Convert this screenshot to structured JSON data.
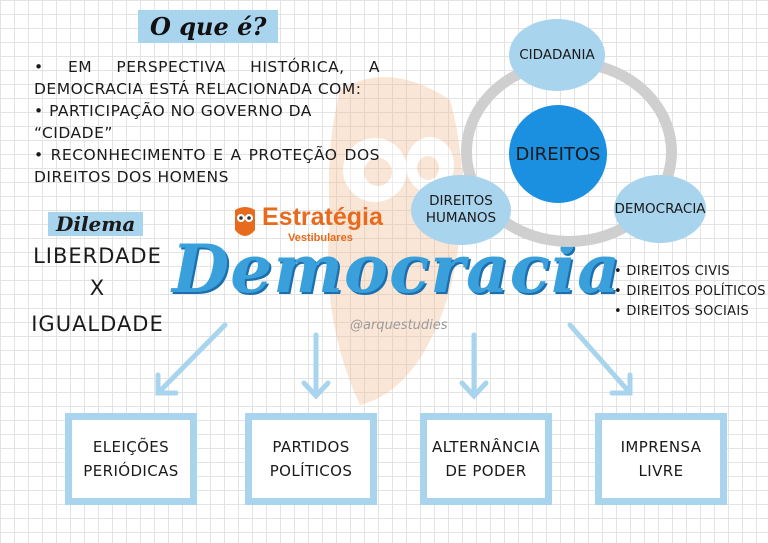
{
  "header": {
    "title": "O que é?"
  },
  "bullets": {
    "line1a": "• Em perspectiva histórica, a",
    "line1b": "democracia está relacionada com:",
    "line2": "• Participação no governo da “cidade”",
    "line3a": "• Reconhecimento e a proteção dos",
    "line3b": "direitos dos homens"
  },
  "dilema": {
    "title": "Dilema",
    "line1": "Liberdade",
    "line2": "X",
    "line3": "Igualdade"
  },
  "logo": {
    "name": "Estratégia",
    "subtitle": "Vestibulares"
  },
  "main_title": "Democracia",
  "handle": "@arquestudies",
  "circles": {
    "top": "Cidadania",
    "center": "Direitos",
    "left_line1": "Direitos",
    "left_line2": "Humanos",
    "right": "Democracia"
  },
  "rights_list": [
    "Direitos Civis",
    "Direitos Políticos",
    "Direitos Sociais"
  ],
  "boxes": [
    {
      "line1": "Eleições",
      "line2": "periódicas"
    },
    {
      "line1": "Partidos",
      "line2": "Políticos"
    },
    {
      "line1": "Alternância",
      "line2": "de poder"
    },
    {
      "line1": "Imprensa",
      "line2": "livre"
    }
  ],
  "colors": {
    "light_blue": "#a9d4ee",
    "mid_blue": "#1b8fe0",
    "title_blue": "#3aa0dc",
    "orange": "#e86a1c",
    "ring_gray": "#cfcfcf"
  }
}
